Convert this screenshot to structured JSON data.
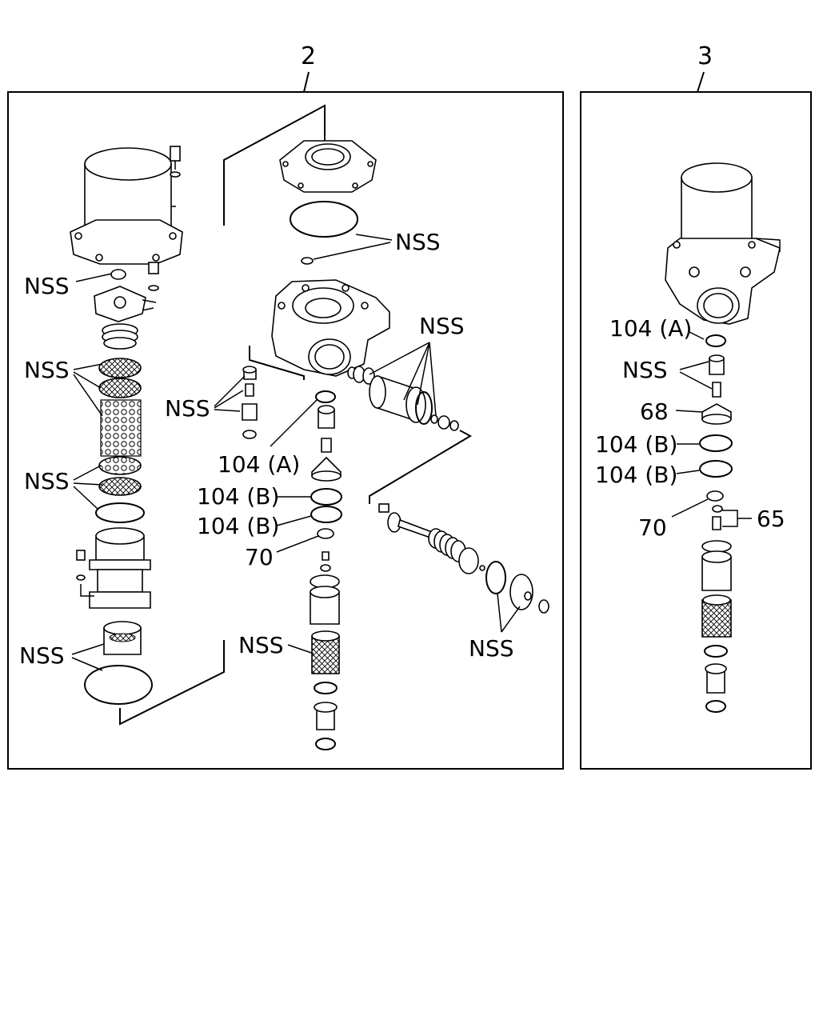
{
  "panels": [
    {
      "id": "2",
      "label": "2",
      "callouts": {
        "nss_top_oring": "NSS",
        "nss_filter_base": "NSS",
        "nss_desiccant_top": "NSS",
        "nss_desiccant_bottom": "NSS",
        "nss_check_valve": "NSS",
        "nss_body_side": "NSS",
        "nss_lower_seal": "NSS",
        "nss_strainer": "NSS",
        "nss_heater_side": "NSS",
        "p104a": "104 (A)",
        "p104b_1": "104 (B)",
        "p104b_2": "104 (B)",
        "p70": "70"
      }
    },
    {
      "id": "3",
      "label": "3",
      "callouts": {
        "p104a": "104 (A)",
        "nss": "NSS",
        "p68": "68",
        "p104b_1": "104 (B)",
        "p104b_2": "104 (B)",
        "p70": "70",
        "p65": "65"
      }
    }
  ]
}
